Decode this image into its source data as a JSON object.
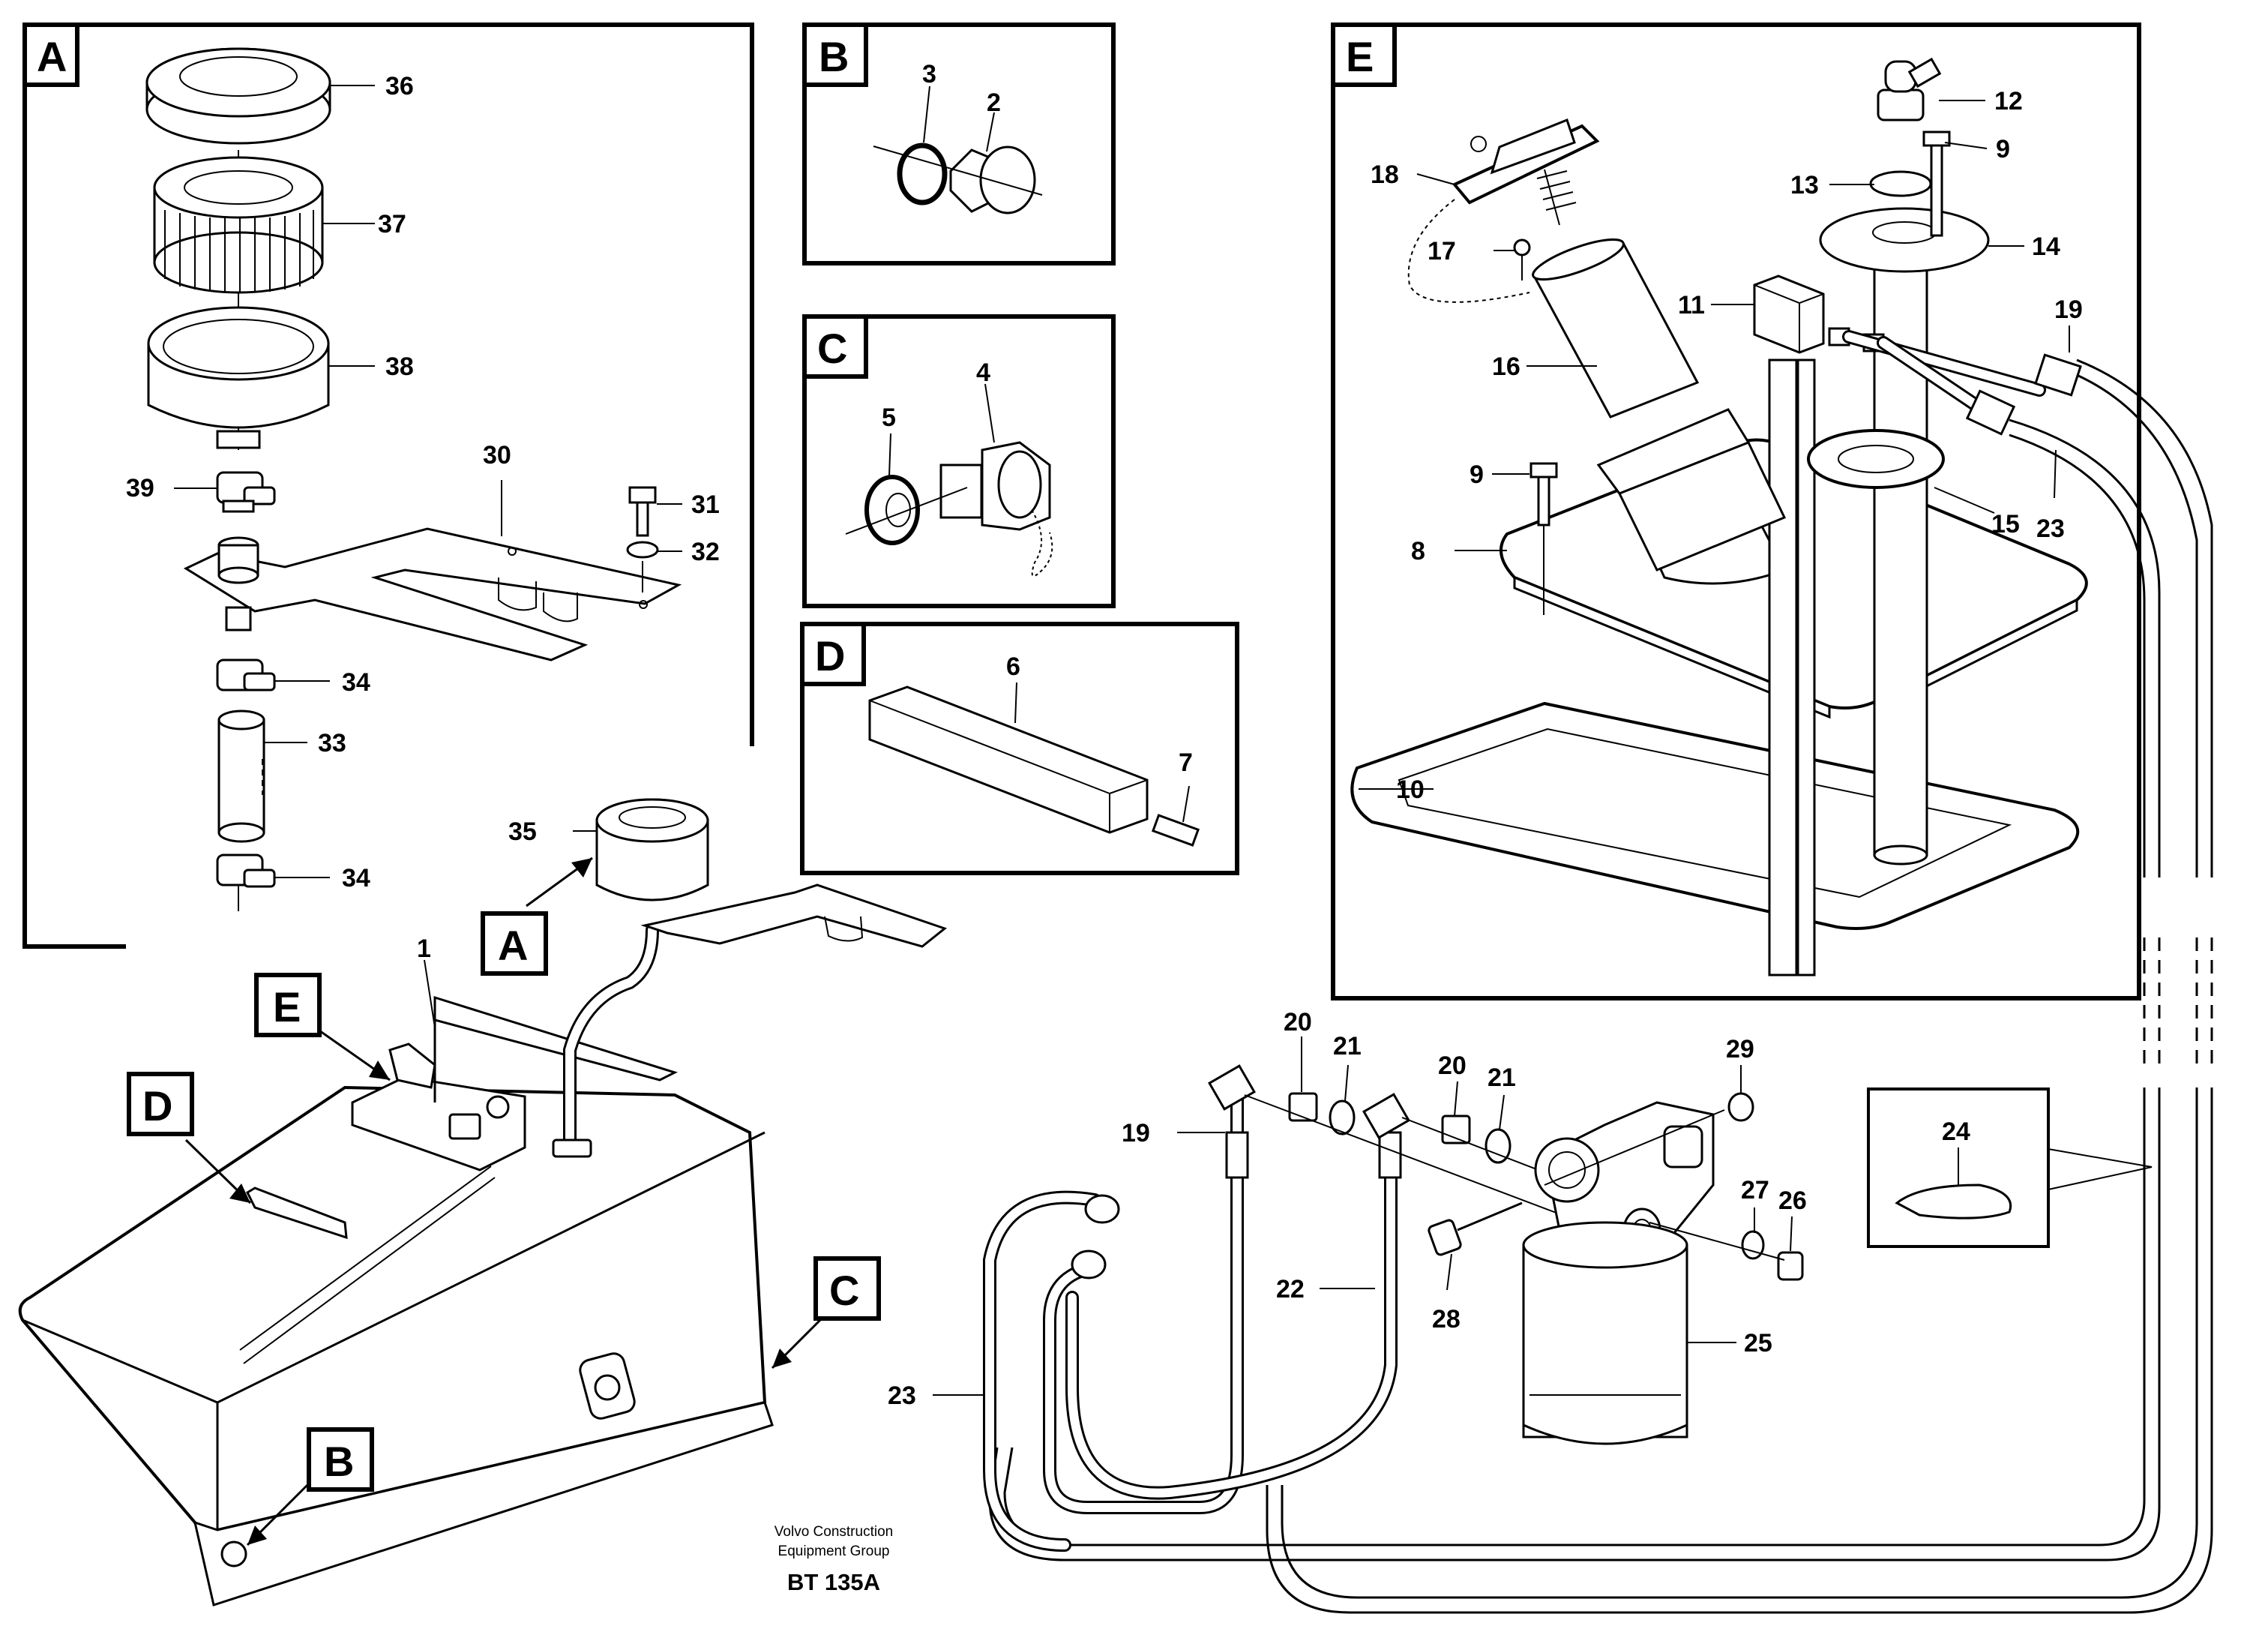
{
  "credit": {
    "line1": "Volvo Construction",
    "line2": "Equipment Group",
    "code": "BT 135A"
  },
  "insets": {
    "A": "A",
    "B": "B",
    "C": "C",
    "D": "D",
    "E": "E"
  },
  "callouts": {
    "A": "A",
    "B": "B",
    "C": "C",
    "D": "D",
    "E": "E"
  },
  "parts": {
    "p1": "1",
    "p2": "2",
    "p3": "3",
    "p4": "4",
    "p5": "5",
    "p6": "6",
    "p7": "7",
    "p8": "8",
    "p9a": "9",
    "p9b": "9",
    "p10": "10",
    "p11": "11",
    "p12": "12",
    "p13": "13",
    "p14": "14",
    "p15": "15",
    "p16": "16",
    "p17": "17",
    "p18": "18",
    "p19a": "19",
    "p19b": "19",
    "p20a": "20",
    "p20b": "20",
    "p21a": "21",
    "p21b": "21",
    "p22": "22",
    "p23a": "23",
    "p23b": "23",
    "p24": "24",
    "p25": "25",
    "p26": "26",
    "p27": "27",
    "p28": "28",
    "p29": "29",
    "p30": "30",
    "p31": "31",
    "p32": "32",
    "p33": "33",
    "p34a": "34",
    "p34b": "34",
    "p35": "35",
    "p36": "36",
    "p37": "37",
    "p38": "38",
    "p39": "39"
  }
}
